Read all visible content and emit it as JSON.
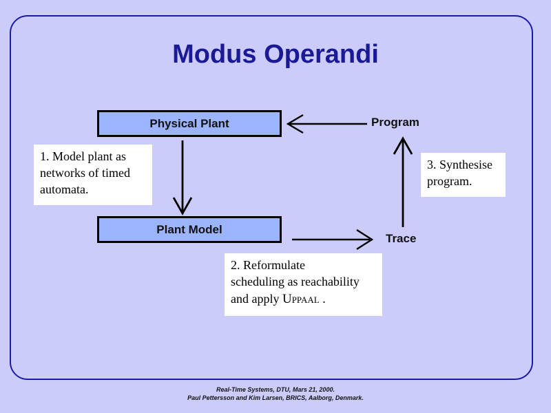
{
  "slide": {
    "title": "Modus Operandi",
    "background_color": "#ccccfa",
    "frame_color": "#1a1aa8",
    "title_color": "#1a1a96",
    "box_fill_color": "#9cb4fb",
    "box_border_color": "#000000",
    "note_fill_color": "#ffffff"
  },
  "diagram": {
    "boxes": [
      {
        "id": "physical-plant",
        "label": "Physical Plant"
      },
      {
        "id": "plant-model",
        "label": "Plant Model"
      }
    ],
    "labels": [
      {
        "id": "program",
        "label": "Program"
      },
      {
        "id": "trace",
        "label": "Trace"
      }
    ],
    "arrows": [
      {
        "id": "program-to-physical-plant",
        "direction": "left"
      },
      {
        "id": "physical-plant-to-plant-model",
        "direction": "down"
      },
      {
        "id": "plant-model-to-trace",
        "direction": "right"
      },
      {
        "id": "trace-to-program",
        "direction": "up"
      }
    ],
    "notes": [
      {
        "id": "note-1",
        "line1": "1. Model plant as",
        "line2": "networks of timed",
        "line3": "automata."
      },
      {
        "id": "note-2",
        "line1": "2. Reformulate",
        "line2": "scheduling as reachability",
        "line3_prefix": "and apply ",
        "line3_tool": "Uppaal",
        "line3_suffix": " ."
      },
      {
        "id": "note-3",
        "line1": "3. Synthesise",
        "line2": "program."
      }
    ]
  },
  "footer": {
    "line1": "Real-Time Systems, DTU, Mars 21, 2000.",
    "line2": "Paul Pettersson and Kim Larsen, BRICS, Aalborg, Denmark."
  }
}
